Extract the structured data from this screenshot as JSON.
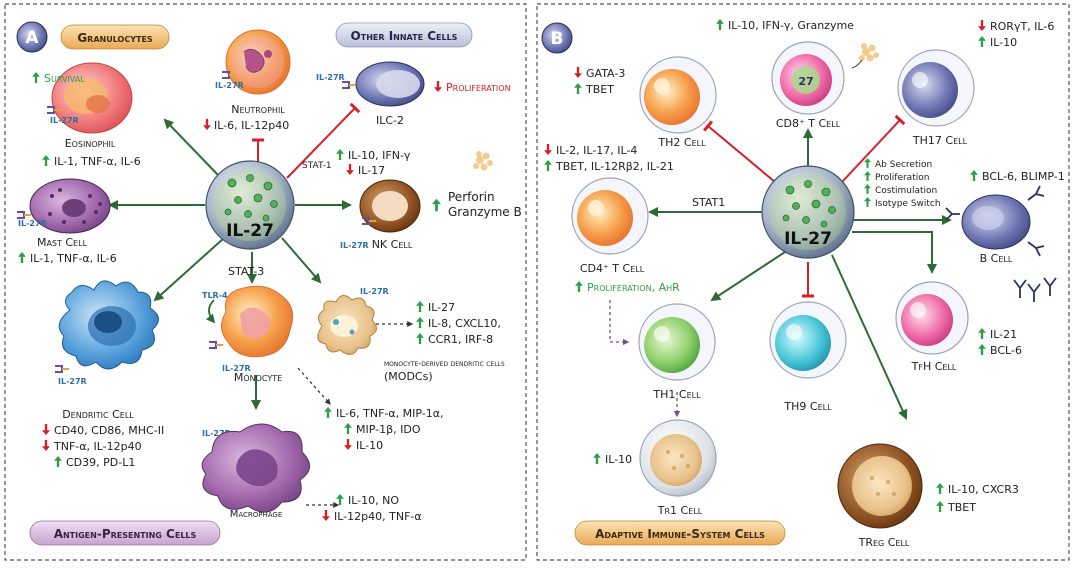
{
  "panelA": {
    "letter": "A",
    "center": "IL-27",
    "headers": {
      "granulocytes": "Granulocytes",
      "other_innate": "Other Innate Cells",
      "apc": "Antigen-Presenting Cells"
    },
    "receptor": "IL-27R",
    "tlr4": "TLR-4",
    "stat1": "STAT-1",
    "stat3": "STAT-3",
    "eosinophil": {
      "name": "Eosinophil",
      "survival": "Survival",
      "effects": "IL-1, TNF-α, IL-6"
    },
    "neutrophil": {
      "name": "Neutrophil",
      "effects": "IL-6, IL-12p40"
    },
    "ilc2": {
      "name": "ILC-2",
      "proliferation": "Proliferation"
    },
    "nk": {
      "name": "NK Cell",
      "up": "IL-10, IFN-γ",
      "down": "IL-17",
      "perforin": "Perforin",
      "granzyme": "Granzyme B"
    },
    "mast": {
      "name": "Mast Cell",
      "effects": "IL-1, TNF-α, IL-6"
    },
    "dendritic": {
      "name": "Dendritic Cell",
      "l1": "CD40, CD86, MHC-II",
      "l2": "TNF-α, IL-12p40",
      "l3": "CD39, PD-L1"
    },
    "monocyte": {
      "name": "Monocyte"
    },
    "modc": {
      "l1": "monocyte-derived dendritic cells",
      "l2": "(MODCs)",
      "e1": "IL-27",
      "e2": "IL-8, CXCL10,",
      "e3": "CCR1, IRF-8"
    },
    "monocyte_effects": {
      "l1": "IL-6, TNF-α, MIP-1α,",
      "l2": "MIP-1β, IDO",
      "l3": "IL-10"
    },
    "macrophage": {
      "name": "Macrophage",
      "up": "IL-10, NO",
      "down": "IL-12p40, TNF-α"
    }
  },
  "panelB": {
    "letter": "B",
    "center": "IL-27",
    "header": "Adaptive Immune-System Cells",
    "stat1": "STAT1",
    "th2": {
      "name": "TH2 Cell",
      "down": "GATA-3",
      "up": "TBET"
    },
    "cd8": {
      "name": "CD8⁺ T Cell",
      "effects": "IL-10, IFN-γ, Granzyme"
    },
    "th17": {
      "name": "TH17 Cell",
      "down": "RORγT, IL-6",
      "up": "IL-10"
    },
    "cd4": {
      "name": "CD4⁺ T Cell",
      "down": "IL-2, IL-17, IL-4",
      "up": "TBET, IL-12Rβ2, IL-21",
      "prolif": "Proliferation, AhR"
    },
    "bcell": {
      "name": "B Cell",
      "e1": "Ab Secretion",
      "e2": "Proliferation",
      "e3": "Costimulation",
      "e4": "Isotype Switch",
      "up": "BCL-6, BLIMP-1"
    },
    "th1": {
      "name": "TH1 Cell"
    },
    "th9": {
      "name": "TH9 Cell"
    },
    "tfh": {
      "name": "TfH Cell",
      "e1": "IL-21",
      "e2": "BCL-6"
    },
    "tr1": {
      "name": "Tr1 Cell",
      "effect": "IL-10"
    },
    "treg": {
      "name": "TReg Cell",
      "e1": "IL-10, CXCR3",
      "e2": "TBET"
    }
  },
  "colors": {
    "up": "#2e9e4a",
    "down": "#d4202a",
    "arrow": "#2d6a37",
    "inhibit": "#d4202a"
  }
}
